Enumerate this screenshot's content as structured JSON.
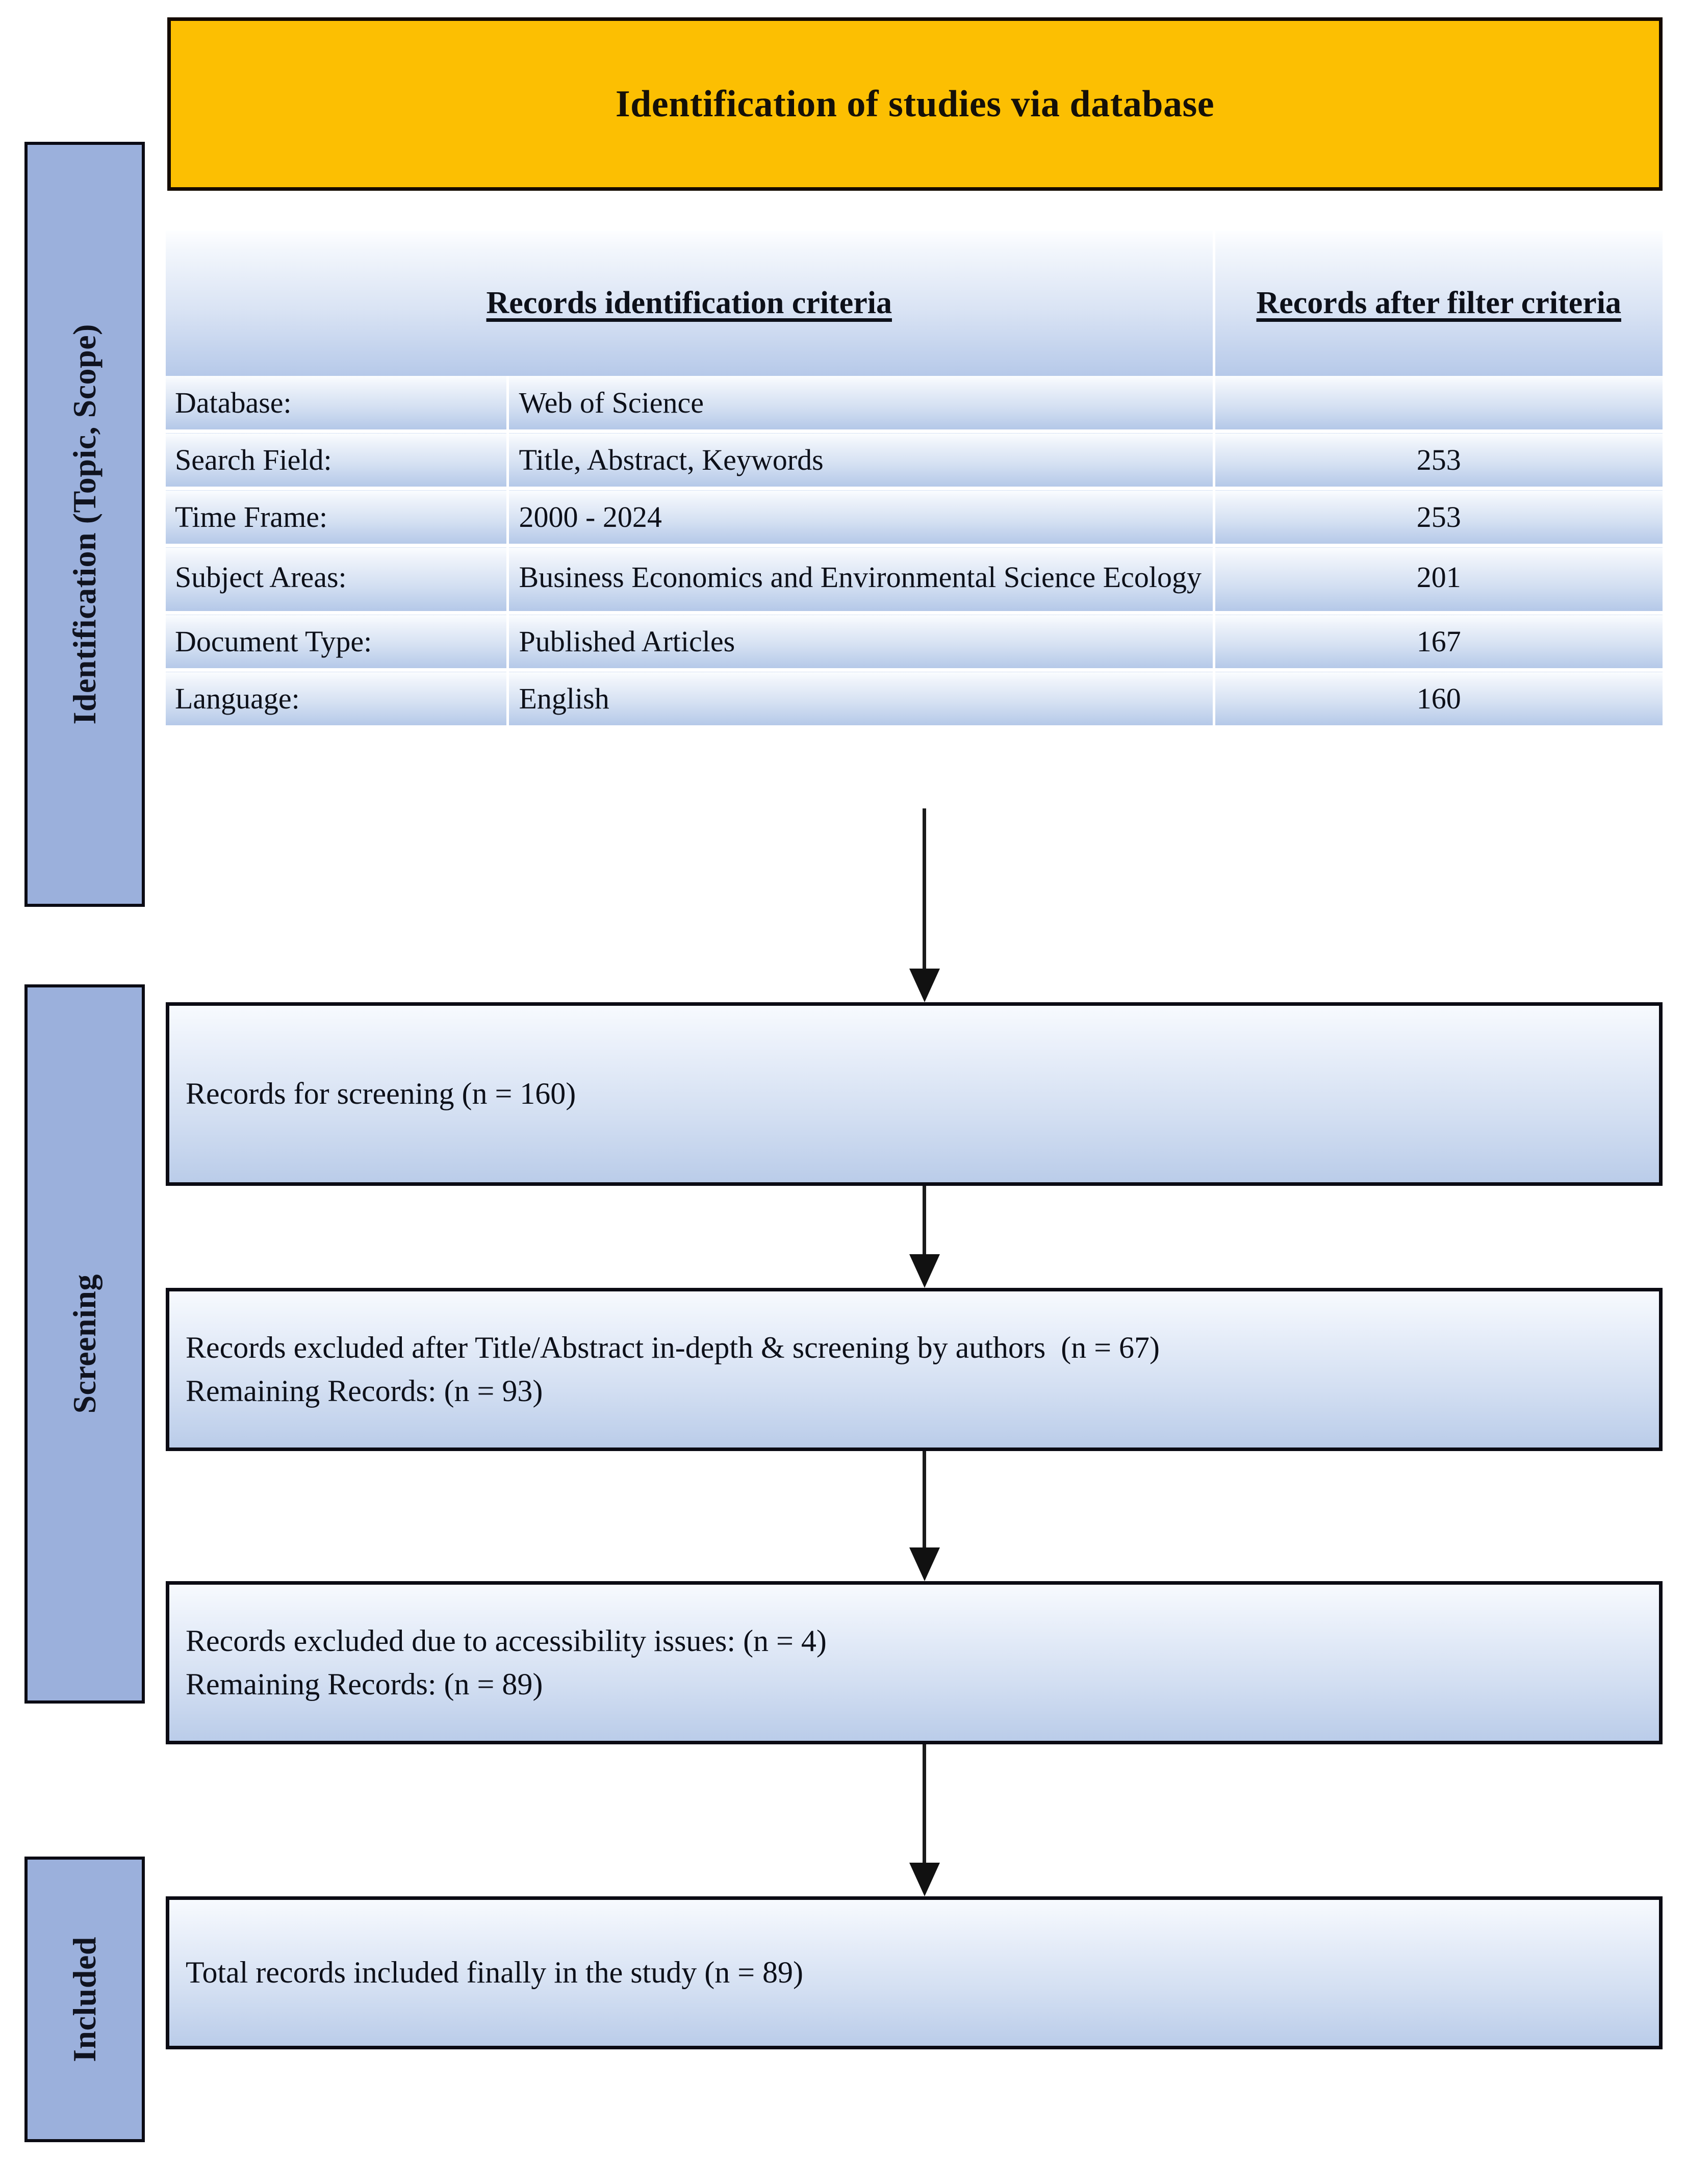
{
  "header": {
    "title": "Identification of studies via database",
    "background_color": "#FCBF02"
  },
  "stages": {
    "identification": "Identification (Topic, Scope)",
    "screening": "Screening",
    "included": "Included",
    "bar_color": "#9BB0DC"
  },
  "criteria_table": {
    "columns": [
      "Records identification criteria",
      "Records after filter criteria"
    ],
    "rows": [
      {
        "label": "Database:",
        "value": "Web of Science",
        "count": ""
      },
      {
        "label": "Search Field:",
        "value": "Title, Abstract, Keywords",
        "count": "253"
      },
      {
        "label": "Time Frame:",
        "value": "2000 - 2024",
        "count": "253"
      },
      {
        "label": "Subject Areas:",
        "value": "Business Economics and Environmental\nScience Ecology",
        "count": "201"
      },
      {
        "label": "Document Type:",
        "value": "Published Articles",
        "count": "167"
      },
      {
        "label": "Language:",
        "value": "English",
        "count": "160"
      }
    ]
  },
  "flow": {
    "screening_records": {
      "line1": "Records for screening (n = 160)"
    },
    "excluded_title_abstract": {
      "line1": "Records excluded after Title/Abstract in-depth & screening by authors  (n = 67)",
      "line2": "Remaining Records: (n = 93)"
    },
    "excluded_accessibility": {
      "line1": "Records excluded due to accessibility issues: (n = 4)",
      "line2": "Remaining Records: (n = 89)"
    },
    "included_total": {
      "line1": "Total records included finally in the study (n = 89)"
    }
  }
}
